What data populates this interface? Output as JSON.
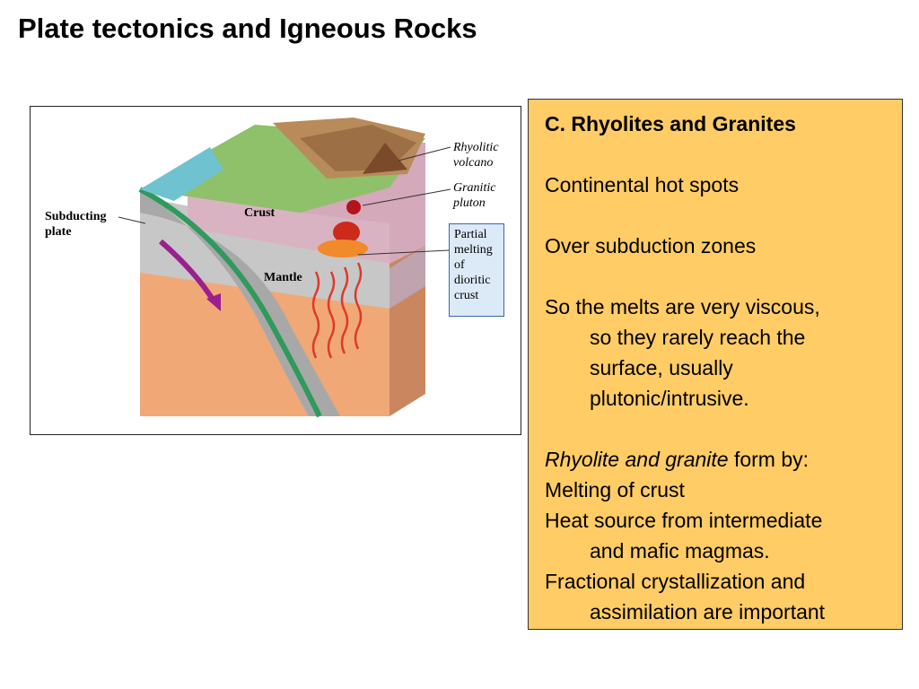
{
  "slide": {
    "title": "Plate tectonics and Igneous Rocks"
  },
  "figure": {
    "labels": {
      "rhyolitic_volcano": [
        "Rhyolitic",
        "volcano"
      ],
      "granitic_pluton": [
        "Granitic",
        "pluton"
      ],
      "crust": "Crust",
      "subducting_plate": [
        "Subducting",
        "plate"
      ],
      "mantle": "Mantle",
      "partial_melting": [
        "Partial",
        "melting",
        "of",
        "dioritic",
        "crust"
      ]
    }
  },
  "textbox": {
    "heading": "C. Rhyolites and Granites",
    "line1": "Continental hot spots",
    "line2": "Over subduction zones",
    "line3": "So the melts are very viscous,",
    "line3_cont": [
      "so they rarely reach the",
      "surface, usually",
      "plutonic/intrusive."
    ],
    "form_italic": "Rhyolite and granite",
    "form_rest": " form by:",
    "melting": "Melting of crust",
    "heat": "Heat source from intermediate",
    "heat_cont": "and mafic magmas.",
    "frac": "Fractional crystallization and",
    "frac_cont": "assimilation are important"
  },
  "colors": {
    "textbox_bg": "#ffcc66",
    "mantle_orange": "#f0a876",
    "crust_pink": "#d9b3c2",
    "slab_gray": "#a8a8a8",
    "plate_green": "#2e9a5c",
    "arrow_purple": "#9b1f8f",
    "heat_red": "#e0382a"
  }
}
